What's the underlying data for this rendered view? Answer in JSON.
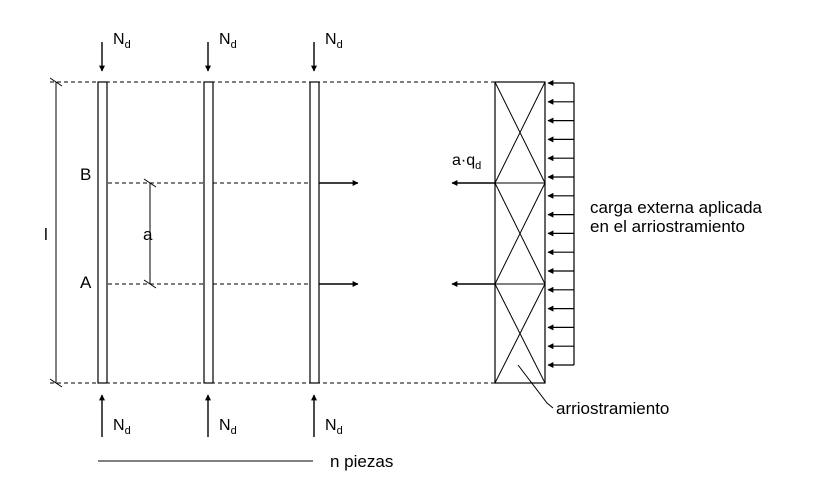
{
  "labels": {
    "force_N": "N",
    "force_sub": "d",
    "point_B": "B",
    "point_A": "A",
    "spacing_a": "a",
    "length_l": "l",
    "load_a": "a",
    "load_dot": "·",
    "load_q": "q",
    "load_sub": "d",
    "external_load_line1": "carga externa aplicada",
    "external_load_line2": "en el arriostramiento",
    "bracing_label": "arriostramiento",
    "n_pieces": "n piezas"
  }
}
